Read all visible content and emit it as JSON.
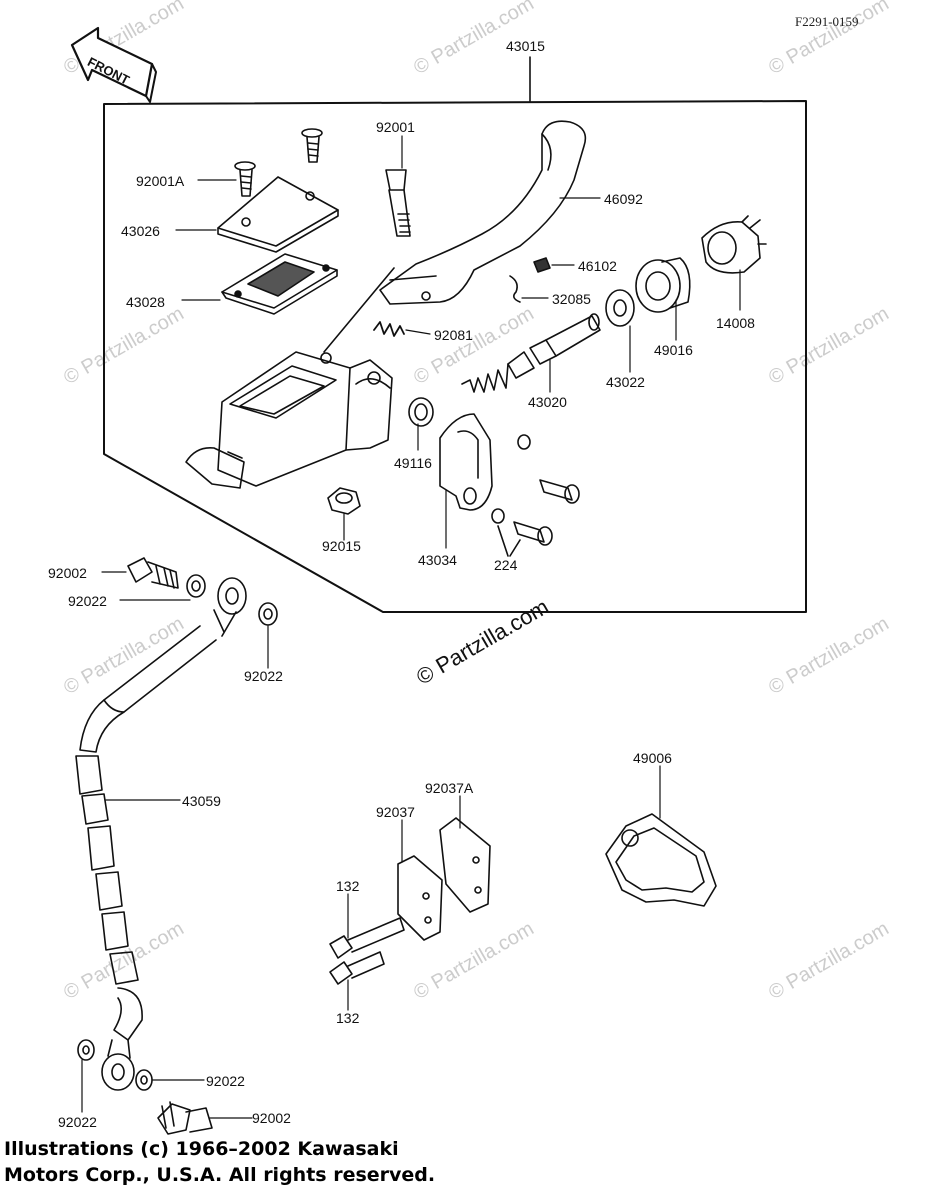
{
  "diagram_code": "F2291-0159",
  "front_label": "FRONT",
  "parts": {
    "p43015": "43015",
    "p92001": "92001",
    "p92001a": "92001A",
    "p46092": "46092",
    "p43026": "43026",
    "p46102": "46102",
    "p14008": "14008",
    "p43028": "43028",
    "p32085": "32085",
    "p92081": "92081",
    "p49016": "49016",
    "p43022": "43022",
    "p43020": "43020",
    "p49116": "49116",
    "p92015": "92015",
    "p43034": "43034",
    "p224": "224",
    "p92002_top": "92002",
    "p92022_top_left": "92022",
    "p92022_top_right": "92022",
    "p43059": "43059",
    "p49006": "49006",
    "p92037a": "92037A",
    "p92037": "92037",
    "p132_top": "132",
    "p132_bottom": "132",
    "p92022_bottom_right": "92022",
    "p92022_bottom_left": "92022",
    "p92002_bottom": "92002"
  },
  "watermark": "© Partzilla.com",
  "copyright": {
    "line1": "Illustrations (c) 1966–2002 Kawasaki",
    "line2": "Motors Corp., U.S.A.  All rights reserved."
  },
  "colors": {
    "ink": "#111111",
    "watermark": "#cccccc"
  }
}
